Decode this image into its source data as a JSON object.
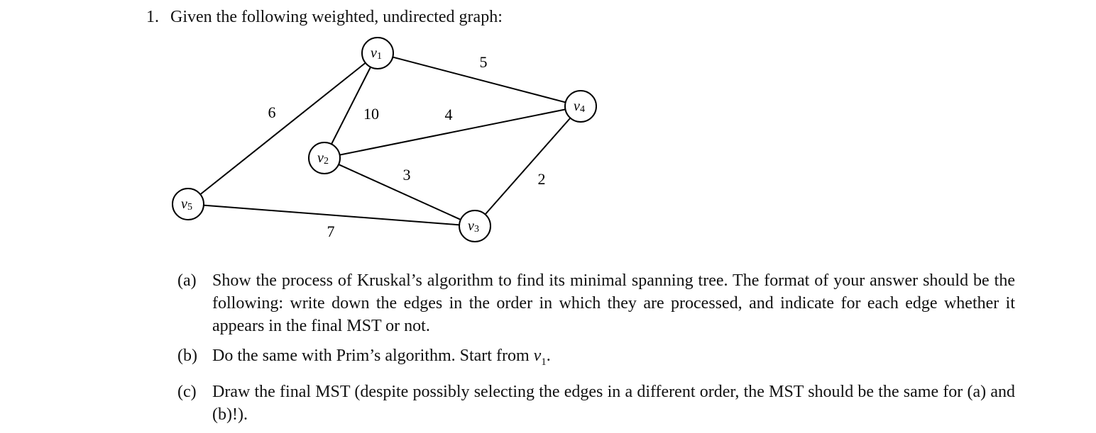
{
  "problem": {
    "number": "1.",
    "prompt": "Given the following weighted, undirected graph:"
  },
  "graph": {
    "nodes": [
      {
        "id": "v1",
        "base": "v",
        "sub": "1"
      },
      {
        "id": "v2",
        "base": "v",
        "sub": "2"
      },
      {
        "id": "v3",
        "base": "v",
        "sub": "3"
      },
      {
        "id": "v4",
        "base": "v",
        "sub": "4"
      },
      {
        "id": "v5",
        "base": "v",
        "sub": "5"
      }
    ],
    "edges": [
      {
        "from": "v1",
        "to": "v4",
        "weight": "5"
      },
      {
        "from": "v1",
        "to": "v5",
        "weight": "6"
      },
      {
        "from": "v1",
        "to": "v2",
        "weight": "10"
      },
      {
        "from": "v2",
        "to": "v4",
        "weight": "4"
      },
      {
        "from": "v2",
        "to": "v3",
        "weight": "3"
      },
      {
        "from": "v3",
        "to": "v4",
        "weight": "2"
      },
      {
        "from": "v5",
        "to": "v3",
        "weight": "7"
      }
    ]
  },
  "parts": [
    {
      "label": "(a)",
      "text": "Show the process of Kruskal’s algorithm to find its minimal spanning tree. The format of your answer should be the following: write down the edges in the order in which they are processed, and indicate for each edge whether it appears in the final MST or not."
    },
    {
      "label": "(b)",
      "text_before": "Do the same with Prim’s algorithm. Start from ",
      "var_base": "v",
      "var_sub": "1",
      "text_after": "."
    },
    {
      "label": "(c)",
      "text": "Draw the final MST (despite possibly selecting the edges in a different order, the MST should be the same for (a) and (b)!)."
    }
  ]
}
